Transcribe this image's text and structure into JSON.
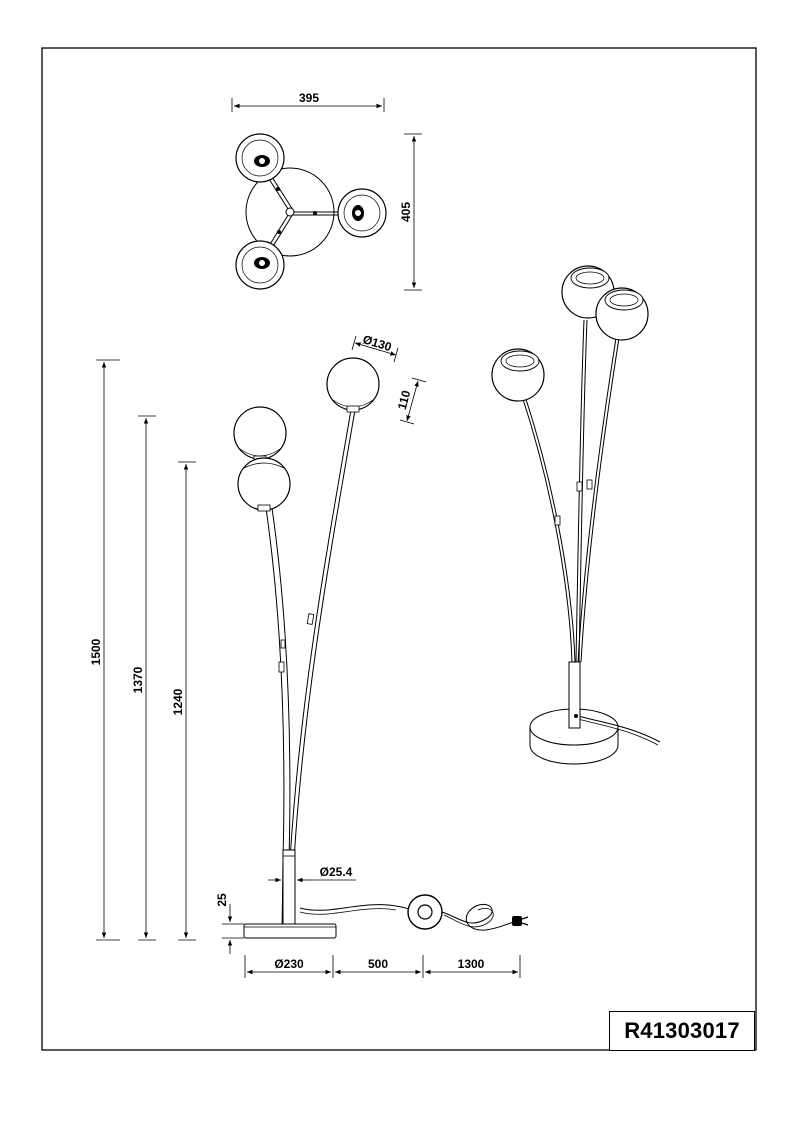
{
  "sheet": {
    "product_code": "R41303017"
  },
  "dimensions": {
    "top_width": "395",
    "top_depth": "405",
    "shade_diameter": "Ø130",
    "shade_height": "110",
    "height_total": "1500",
    "height_mid": "1370",
    "height_low": "1240",
    "tube_diameter": "Ø25.4",
    "base_height": "25",
    "base_diameter": "Ø230",
    "cable_to_switch": "500",
    "cable_to_plug": "1300"
  }
}
